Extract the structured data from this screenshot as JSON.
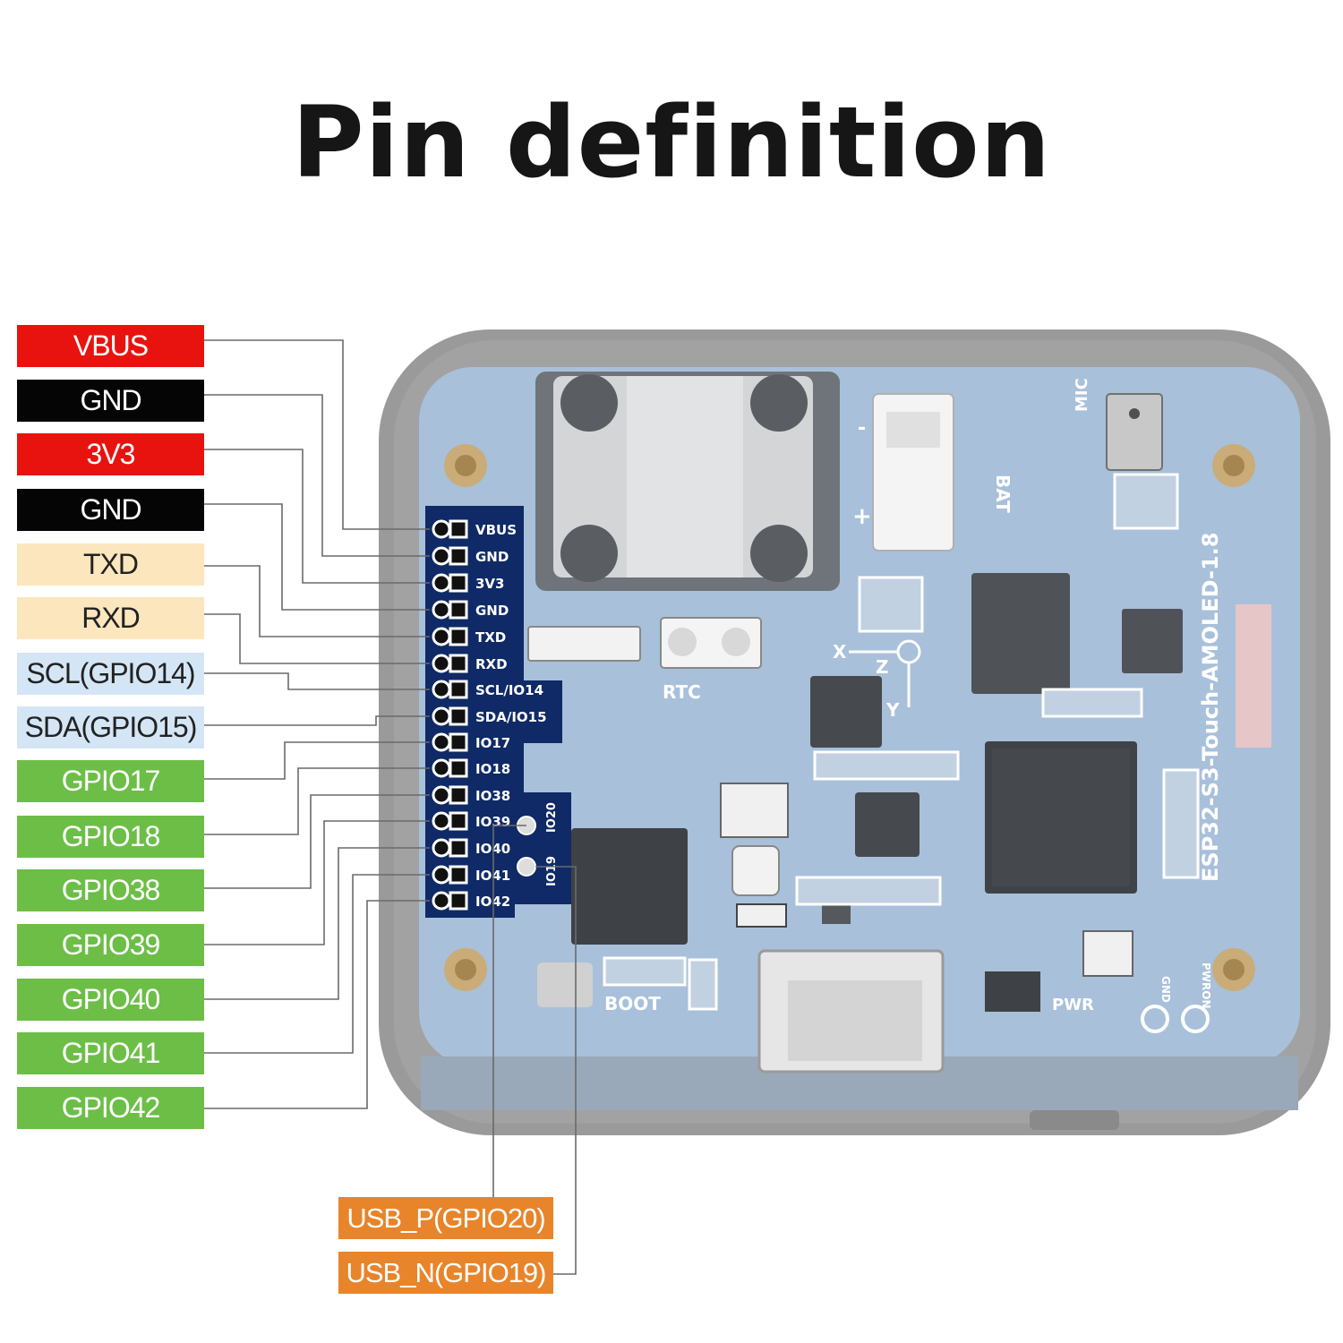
{
  "title": "Pin definition",
  "left_labels": [
    {
      "text": "VBUS",
      "bg": "#e8130f",
      "fg": "#ffffff"
    },
    {
      "text": "GND",
      "bg": "#050505",
      "fg": "#ffffff"
    },
    {
      "text": "3V3",
      "bg": "#e8130f",
      "fg": "#ffffff"
    },
    {
      "text": "GND",
      "bg": "#050505",
      "fg": "#ffffff"
    },
    {
      "text": "TXD",
      "bg": "#fbe6bd",
      "fg": "#222222"
    },
    {
      "text": "RXD",
      "bg": "#fbe6bd",
      "fg": "#222222"
    },
    {
      "text": "SCL(GPIO14)",
      "bg": "#d4e6f6",
      "fg": "#222222"
    },
    {
      "text": "SDA(GPIO15)",
      "bg": "#d4e6f6",
      "fg": "#222222"
    },
    {
      "text": "GPIO17",
      "bg": "#6cbe47",
      "fg": "#ffffff"
    },
    {
      "text": "GPIO18",
      "bg": "#6cbe47",
      "fg": "#ffffff"
    },
    {
      "text": "GPIO38",
      "bg": "#6cbe47",
      "fg": "#ffffff"
    },
    {
      "text": "GPIO39",
      "bg": "#6cbe47",
      "fg": "#ffffff"
    },
    {
      "text": "GPIO40",
      "bg": "#6cbe47",
      "fg": "#ffffff"
    },
    {
      "text": "GPIO41",
      "bg": "#6cbe47",
      "fg": "#ffffff"
    },
    {
      "text": "GPIO42",
      "bg": "#6cbe47",
      "fg": "#ffffff"
    }
  ],
  "bottom_labels": [
    {
      "text": "USB_P(GPIO20)",
      "bg": "#e8842a"
    },
    {
      "text": "USB_N(GPIO19)",
      "bg": "#e8842a"
    }
  ],
  "header_pins": [
    "VBUS",
    "GND",
    "3V3",
    "GND",
    "TXD",
    "RXD",
    "SCL/IO14",
    "SDA/IO15",
    "IO17",
    "IO18",
    "IO38",
    "IO39",
    "IO40",
    "IO41",
    "IO42"
  ],
  "usb_pads": [
    "IO19",
    "IO20"
  ],
  "board": {
    "model": "ESP32-S3-Touch-AMOLED-1.8",
    "bat": "BAT",
    "mic": "MIC",
    "rtc": "RTC",
    "boot": "BOOT",
    "pwr": "PWR",
    "gnd": "GND",
    "pwron": "PWRON",
    "minus": "-",
    "plus": "+",
    "x_axis": "X",
    "y_axis": "Y",
    "z_axis": "Z"
  },
  "colors": {
    "pcb": "#a9c2dd",
    "header_bg": "#0f2a66",
    "case": "#9c9c9c",
    "line": "#666666"
  }
}
